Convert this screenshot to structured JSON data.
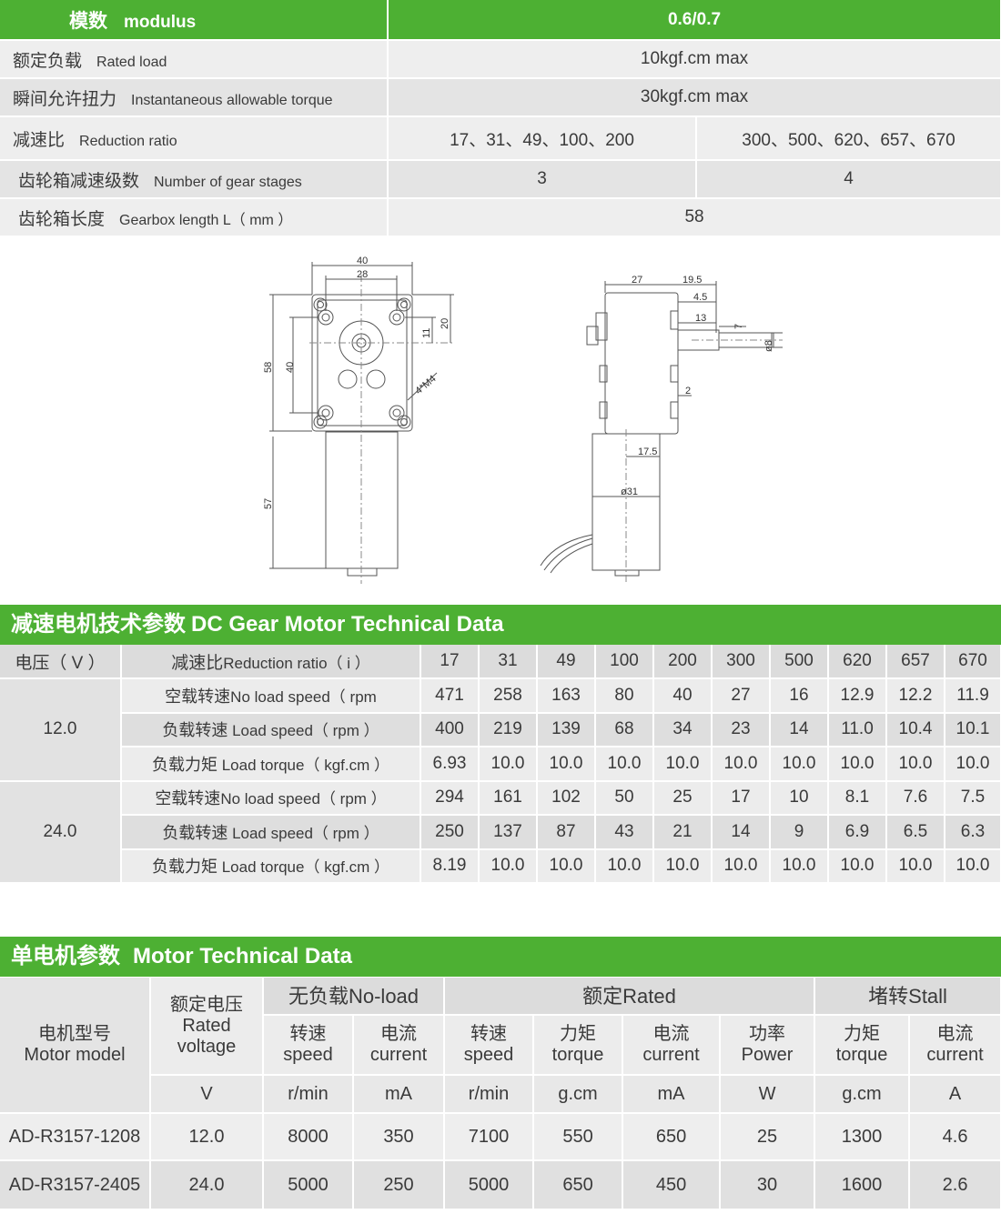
{
  "spec": {
    "modulus": {
      "zh": "模数",
      "en": "modulus",
      "value": "0.6/0.7"
    },
    "rated_load": {
      "zh": "额定负载",
      "en": "Rated load",
      "value": "10kgf.cm max"
    },
    "inst_torque": {
      "zh": "瞬间允许扭力",
      "en": "Instantaneous allowable torque",
      "value": "30kgf.cm max"
    },
    "reduction": {
      "zh": "减速比",
      "en": "Reduction ratio",
      "values": [
        "17、31、49、100、200",
        "300、500、620、657、670"
      ]
    },
    "stages": {
      "zh": "齿轮箱减速级数",
      "en": "Number of gear stages",
      "values": [
        "3",
        "4"
      ]
    },
    "length": {
      "zh": "齿轮箱长度",
      "en": "Gearbox length L（ mm ）",
      "value": "58"
    }
  },
  "drawing": {
    "front": {
      "d40": "40",
      "d28": "28",
      "d20": "20",
      "d11": "11",
      "d58": "58",
      "d40v": "40",
      "d57": "57",
      "holes": "4*M4"
    },
    "side": {
      "d27": "27",
      "d19_5": "19.5",
      "d4_5": "4.5",
      "d13": "13",
      "d7": "7",
      "d8": "ø8",
      "d2": "2",
      "d17_5": "17.5",
      "d31": "ø31"
    }
  },
  "section1": {
    "zh": "减速电机技术参数",
    "en": "DC Gear Motor Technical Data"
  },
  "gear_table": {
    "voltage_header": "电压（ V ）",
    "ratio_header_zh": "减速比",
    "ratio_header_en": "Reduction ratio（ i ）",
    "ratios": [
      "17",
      "31",
      "49",
      "100",
      "200",
      "300",
      "500",
      "620",
      "657",
      "670"
    ],
    "groups": [
      {
        "voltage": "12.0",
        "rows": [
          {
            "zh": "空载转速",
            "en": "No load speed（ rpm",
            "values": [
              "471",
              "258",
              "163",
              "80",
              "40",
              "27",
              "16",
              "12.9",
              "12.2",
              "11.9"
            ]
          },
          {
            "zh": "负载转速",
            "en": " Load speed（ rpm ）",
            "values": [
              "400",
              "219",
              "139",
              "68",
              "34",
              "23",
              "14",
              "11.0",
              "10.4",
              "10.1"
            ]
          },
          {
            "zh": "负载力矩",
            "en": " Load torque（ kgf.cm ）",
            "values": [
              "6.93",
              "10.0",
              "10.0",
              "10.0",
              "10.0",
              "10.0",
              "10.0",
              "10.0",
              "10.0",
              "10.0"
            ]
          }
        ]
      },
      {
        "voltage": "24.0",
        "rows": [
          {
            "zh": "空载转速",
            "en": "No load speed（ rpm ）",
            "values": [
              "294",
              "161",
              "102",
              "50",
              "25",
              "17",
              "10",
              "8.1",
              "7.6",
              "7.5"
            ]
          },
          {
            "zh": "负载转速",
            "en": " Load speed（ rpm ）",
            "values": [
              "250",
              "137",
              "87",
              "43",
              "21",
              "14",
              "9",
              "6.9",
              "6.5",
              "6.3"
            ]
          },
          {
            "zh": "负载力矩",
            "en": " Load torque（ kgf.cm ）",
            "values": [
              "8.19",
              "10.0",
              "10.0",
              "10.0",
              "10.0",
              "10.0",
              "10.0",
              "10.0",
              "10.0",
              "10.0"
            ]
          }
        ]
      }
    ]
  },
  "section2": {
    "zh": "单电机参数",
    "en": "Motor Technical Data"
  },
  "motor_table": {
    "model_header": {
      "zh": "电机型号",
      "en": "Motor model"
    },
    "voltage_header": {
      "zh": "额定电压",
      "en1": "Rated",
      "en2": "voltage"
    },
    "groups": {
      "noload": "无负载No-load",
      "rated": "额定Rated",
      "stall": "堵转Stall"
    },
    "subs": [
      {
        "zh": "转速",
        "en": "speed",
        "unit": "r/min"
      },
      {
        "zh": "电流",
        "en": "current",
        "unit": "mA"
      },
      {
        "zh": "转速",
        "en": "speed",
        "unit": "r/min"
      },
      {
        "zh": "力矩",
        "en": "torque",
        "unit": "g.cm"
      },
      {
        "zh": "电流",
        "en": "current",
        "unit": "mA"
      },
      {
        "zh": "功率",
        "en": "Power",
        "unit": "W"
      },
      {
        "zh": "力矩",
        "en": "torque",
        "unit": "g.cm"
      },
      {
        "zh": "电流",
        "en": "current",
        "unit": "A"
      }
    ],
    "voltage_unit": "V",
    "rows": [
      {
        "model": "AD-R3157-1208",
        "voltage": "12.0",
        "values": [
          "8000",
          "350",
          "7100",
          "550",
          "650",
          "25",
          "1300",
          "4.6"
        ]
      },
      {
        "model": "AD-R3157-2405",
        "voltage": "24.0",
        "values": [
          "5000",
          "250",
          "5000",
          "650",
          "450",
          "30",
          "1600",
          "2.6"
        ]
      }
    ]
  }
}
